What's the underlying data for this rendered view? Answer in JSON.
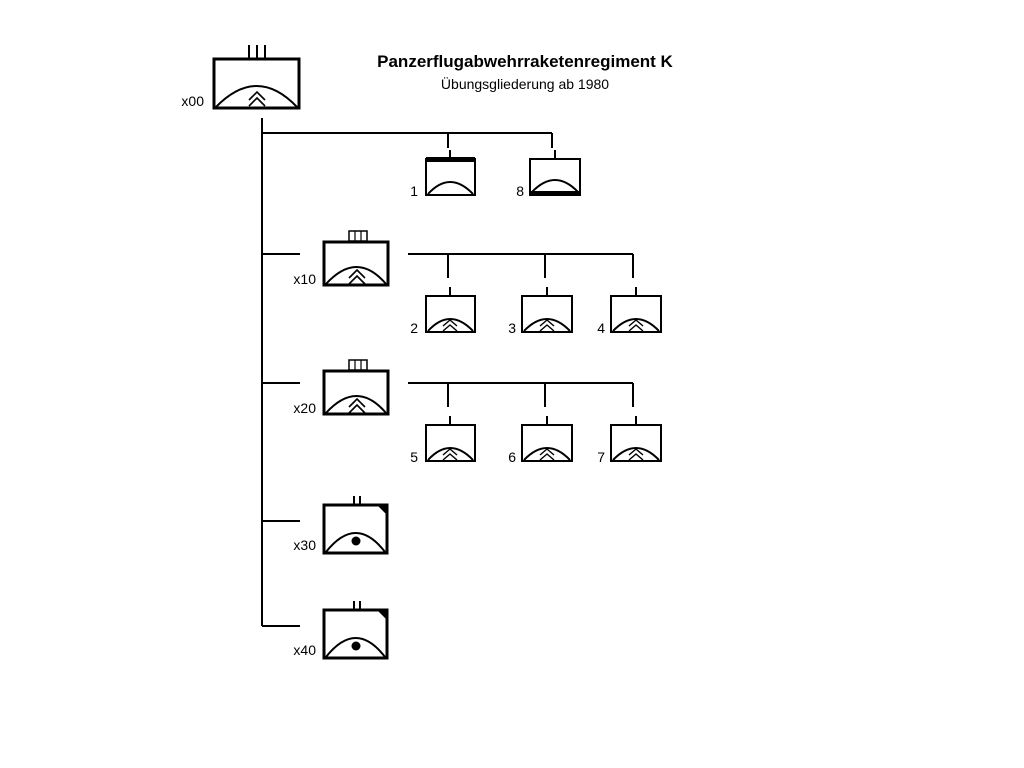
{
  "title": "Panzerflugabwehrraketenregiment K",
  "subtitle": "Übungsgliederung ab 1980",
  "units": {
    "regiment": {
      "label": "x00",
      "size": "regiment",
      "type": "air-defense-missile"
    },
    "battery_1": {
      "label": "1",
      "size": "company",
      "type": "headquarters"
    },
    "battery_8": {
      "label": "8",
      "size": "company",
      "type": "supply"
    },
    "battalion_10": {
      "label": "x10",
      "size": "battalion",
      "type": "air-defense-missile"
    },
    "battery_2": {
      "label": "2",
      "size": "company",
      "type": "air-defense-missile"
    },
    "battery_3": {
      "label": "3",
      "size": "company",
      "type": "air-defense-missile"
    },
    "battery_4": {
      "label": "4",
      "size": "company",
      "type": "air-defense-missile"
    },
    "battalion_20": {
      "label": "x20",
      "size": "battalion",
      "type": "air-defense-missile"
    },
    "battery_5": {
      "label": "5",
      "size": "company",
      "type": "air-defense-missile"
    },
    "battery_6": {
      "label": "6",
      "size": "company",
      "type": "air-defense-missile"
    },
    "battery_7": {
      "label": "7",
      "size": "company",
      "type": "air-defense-missile"
    },
    "unit_30": {
      "label": "x30",
      "size": "battalion",
      "type": "air-defense-gun"
    },
    "unit_40": {
      "label": "x40",
      "size": "battalion",
      "type": "air-defense-gun"
    }
  },
  "colors": {
    "line": "#000000",
    "background": "#ffffff"
  }
}
